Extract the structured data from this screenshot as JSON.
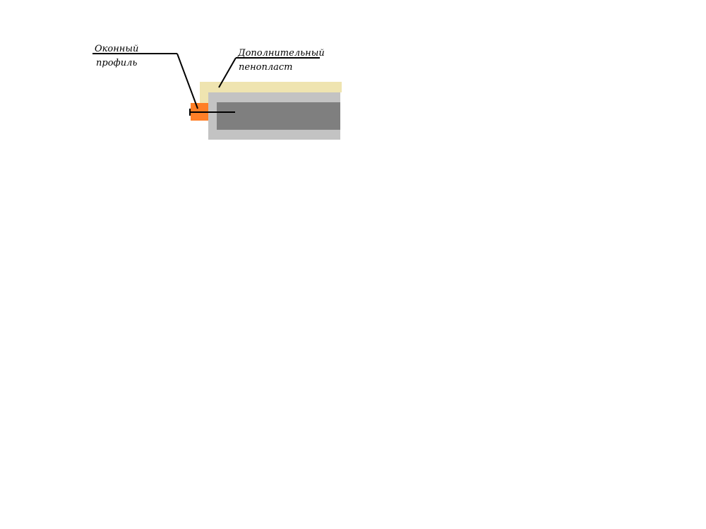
{
  "labels": {
    "window_profile_line1": "Оконный",
    "window_profile_line2": "профиль",
    "extra_foam_line1": "Дополнительный",
    "extra_foam_line2": "пенопласт"
  },
  "colors": {
    "background": "#ffffff",
    "foam": "#efe4b0",
    "outer_block": "#c3c3c3",
    "inner_block": "#7f7f7f",
    "window_profile": "#ff7f27",
    "lines": "#000000"
  }
}
